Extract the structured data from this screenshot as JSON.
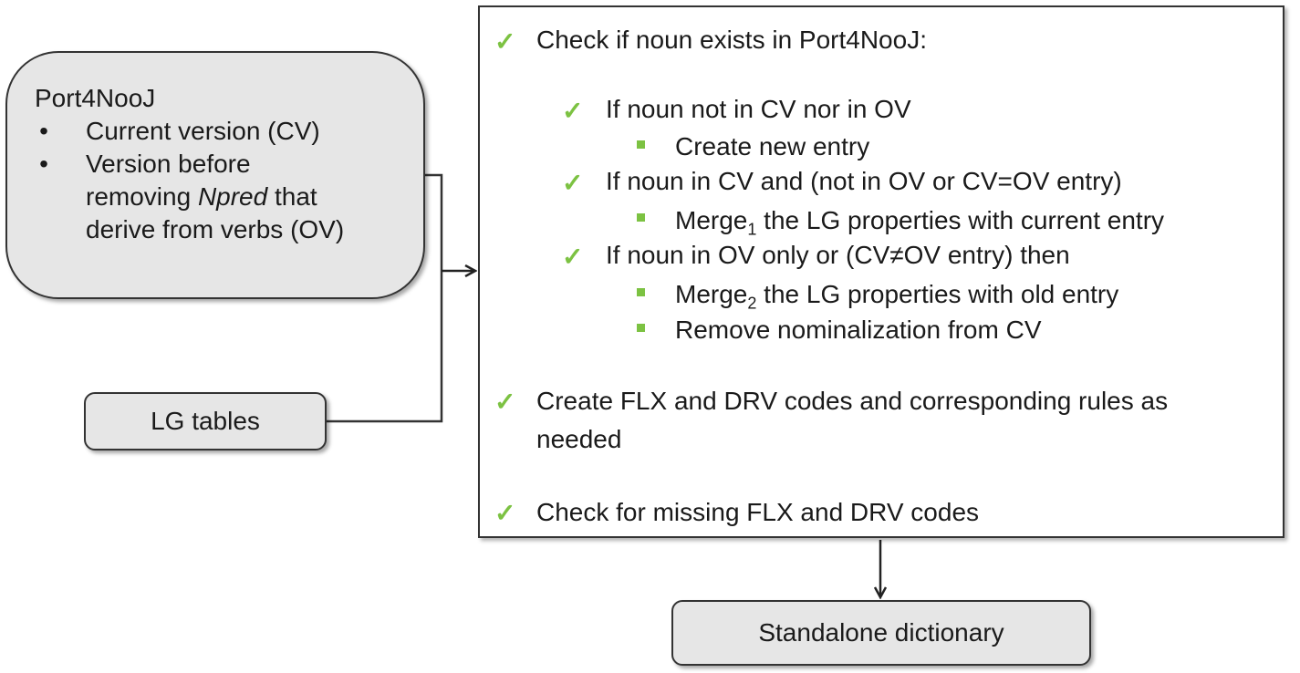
{
  "port4nooj": {
    "title": "Port4NooJ",
    "bullets": [
      {
        "text": "Current version (CV)"
      },
      {
        "text_lines": [
          "Version before",
          "removing ",
          "Npred",
          " that",
          "derive from verbs (OV)"
        ]
      }
    ]
  },
  "lg_tables": "LG tables",
  "standalone": "Standalone dictionary",
  "steps": {
    "check_noun": "Check if noun exists in Port4NooJ:",
    "cond1": "If noun not in CV nor in OV",
    "cond1_action": "Create new entry",
    "cond2": "If noun in CV and (not in OV or CV=OV entry)",
    "cond2_action_pre": "Merge",
    "cond2_action_sub": "1",
    "cond2_action_post": " the LG properties with current entry",
    "cond3": "If noun in OV only or (CV≠OV entry) then",
    "cond3_action1_pre": "Merge",
    "cond3_action1_sub": "2",
    "cond3_action1_post": " the LG properties with old entry",
    "cond3_action2": "Remove nominalization from CV",
    "create_codes_1": "Create FLX and DRV codes and corresponding rules as",
    "create_codes_2": "needed",
    "check_missing": "Check for missing FLX and DRV codes"
  },
  "colors": {
    "check": "#7cc242",
    "box_fill": "#e6e6e6",
    "border": "#333333"
  },
  "icons": {
    "check": "check-icon",
    "bullet": "square-bullet-icon",
    "arrow": "arrow-icon"
  }
}
